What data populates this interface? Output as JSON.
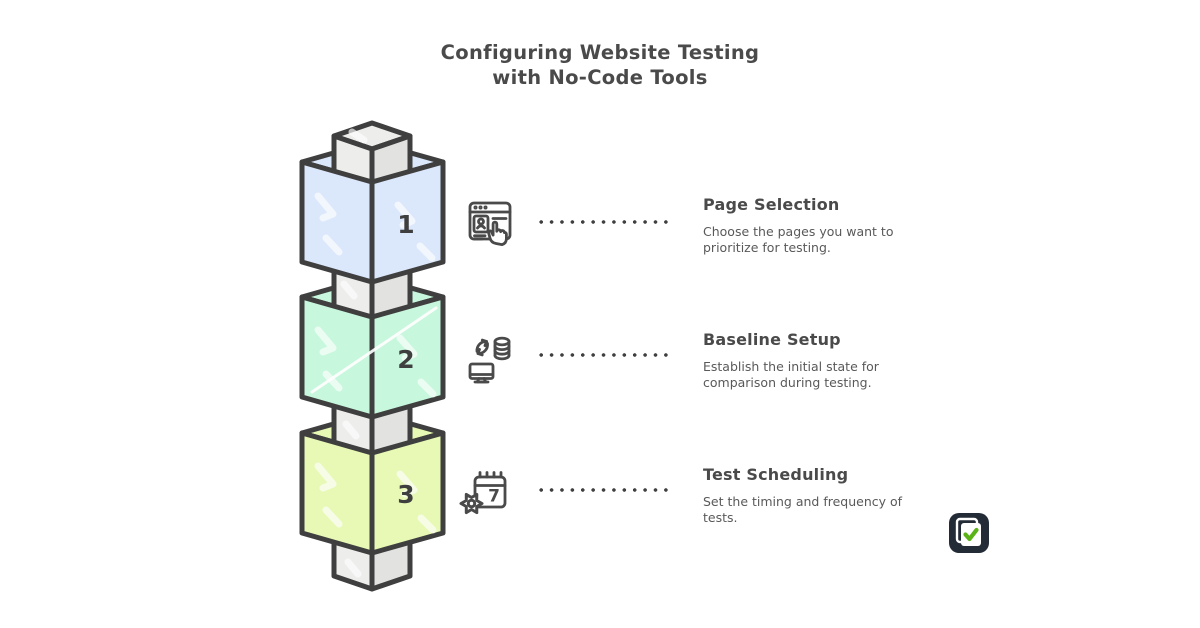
{
  "title": {
    "line1": "Configuring Website Testing",
    "line2": "with No-Code Tools"
  },
  "steps": [
    {
      "number": "1",
      "heading": "Page Selection",
      "description": "Choose the pages you want to prioritize for testing.",
      "icon": "browser-page-select-icon",
      "block_color": "#dbe7fb"
    },
    {
      "number": "2",
      "heading": "Baseline Setup",
      "description": "Establish the initial state for comparison during testing.",
      "icon": "sync-database-icon",
      "block_color": "#c7f7dc"
    },
    {
      "number": "3",
      "heading": "Test Scheduling",
      "description": "Set the timing and frequency of tests.",
      "icon": "calendar-gear-icon",
      "block_color": "#e7f9b5"
    }
  ],
  "tower": {
    "outline_color": "#3f3f3f",
    "connector_color": "#ededeb",
    "connector_side_color": "#e2e2e0"
  },
  "icons": {
    "stroke_color": "#4a4a4a",
    "calendar_day": "7"
  },
  "palette": {
    "heading_text": "#4a4a4a",
    "body_text": "#595959",
    "dot_color": "#3f3f3f",
    "background": "#ffffff"
  },
  "logo": {
    "background_color": "#222b36",
    "card_color": "#ffffff",
    "check_color": "#5cb317"
  }
}
